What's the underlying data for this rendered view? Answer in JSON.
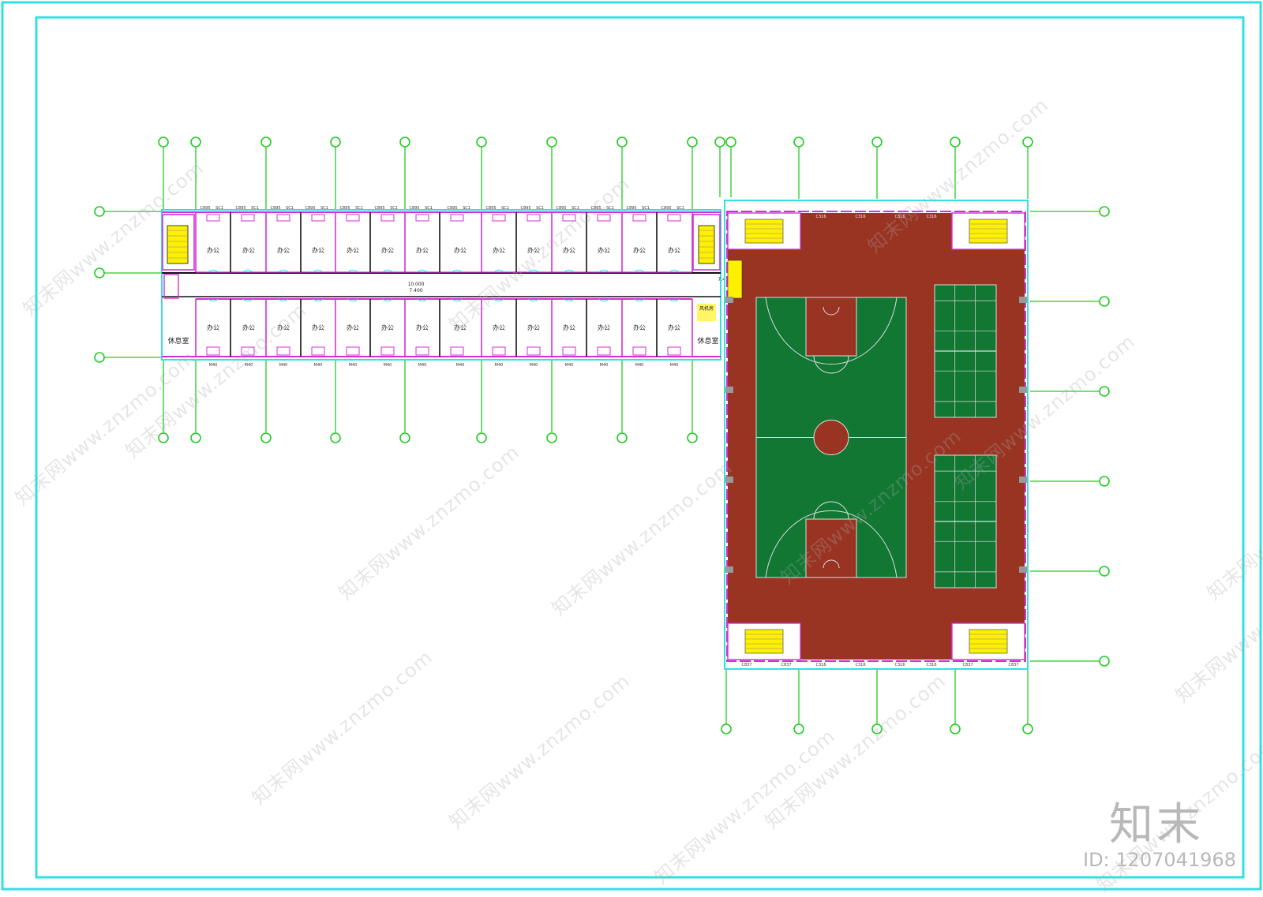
{
  "colors": {
    "border": "#33e0e0",
    "wall_magenta": "#d42fd4",
    "axis_green": "#22cc22",
    "court_red": "#993322",
    "court_green": "#117733",
    "stair_yellow": "#fff000",
    "line_black": "#111111"
  },
  "watermark": {
    "text": "知末网www.znzmo.com"
  },
  "brand": {
    "logo": "知末",
    "id": "ID: 1207041968"
  },
  "labels": {
    "room": "办公",
    "rest_room": "休息室",
    "elevation_main": "10.000",
    "elevation_sub": "7.400",
    "elevation_right": "7.400",
    "equipment_room": "风机房"
  },
  "window_tags": {
    "c": "C895",
    "sc": "SC1",
    "m": "M40",
    "gym": "C316",
    "gym_stair": "C837"
  }
}
